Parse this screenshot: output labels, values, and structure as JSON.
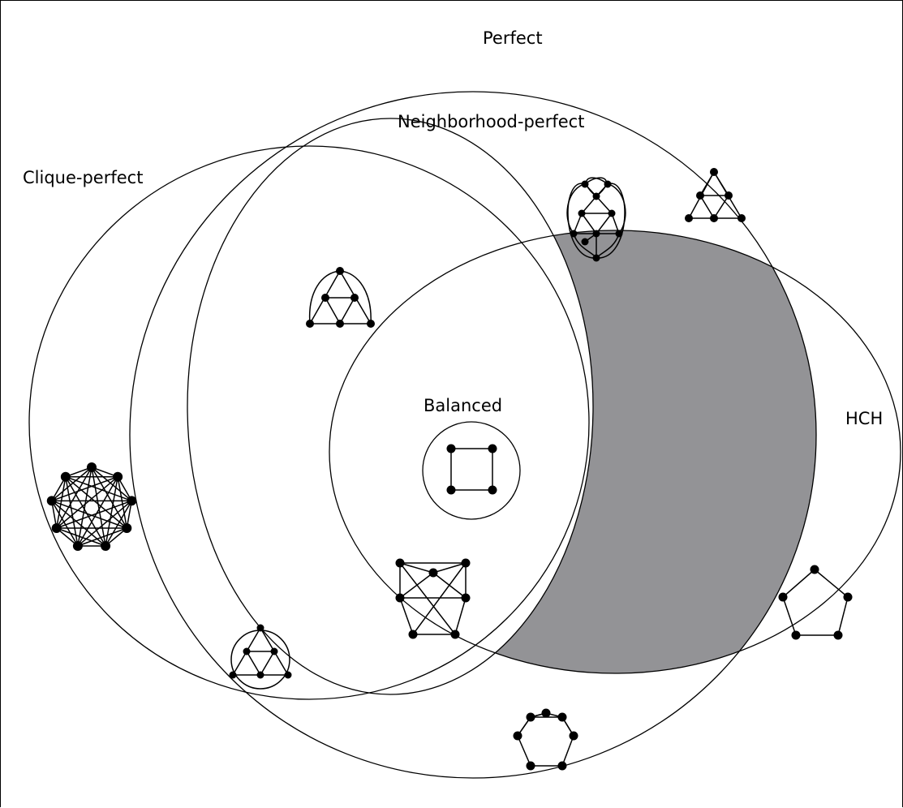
{
  "diagram": {
    "labels": {
      "perfect": "Perfect",
      "neighborhood_perfect": "Neighborhood-perfect",
      "clique_perfect": "Clique-perfect",
      "hch": "HCH",
      "balanced": "Balanced"
    },
    "colors": {
      "shaded_region": "#939396",
      "outline": "#000000",
      "background": "#ffffff"
    }
  }
}
